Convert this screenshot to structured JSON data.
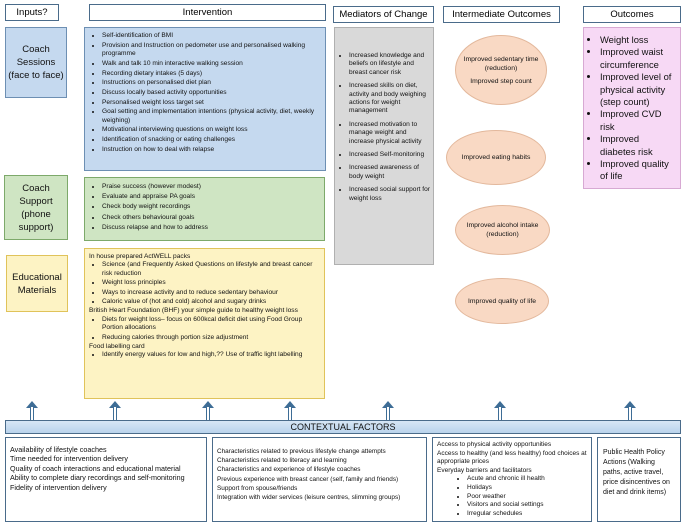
{
  "headers": {
    "inputs": "Inputs?",
    "intervention": "Intervention",
    "mediators": "Mediators of Change",
    "intermediate": "Intermediate Outcomes",
    "outcomes": "Outcomes"
  },
  "inputs": [
    "Coach Sessions (face to face)",
    "Coach Support (phone support)",
    "Educational Materials"
  ],
  "coach_sessions": [
    "Self-identification of BMI",
    "Provision and Instruction on pedometer use and personalised walking programme",
    "Walk and talk 10 min interactive walking session",
    "Recording dietary intakes (5 days)",
    "Instructions on personalised diet plan",
    "Discuss locally based activity opportunities",
    "Personalised weight loss target set",
    "Goal setting and implementation intentions (physical activity, diet, weekly weighing)",
    "Motivational interviewing questions on weight loss",
    "Identification of snacking or eating challenges",
    "Instruction on how to deal with relapse"
  ],
  "coach_support": [
    "Praise success (however modest)",
    "Evaluate and appraise PA goals",
    "Check body weight recordings",
    "Check others behavioural goals",
    "Discuss relapse and how to address"
  ],
  "educational": {
    "intro": "In house prepared ActWELL packs",
    "actwell": [
      "Science (and Frequently Asked Questions on lifestyle and breast cancer risk reduction",
      "Weight loss principles",
      "Ways to increase activity and to reduce sedentary behaviour",
      "Caloric value of (hot and cold) alcohol and sugary drinks"
    ],
    "bhf_intro": "British Heart Foundation (BHF) your simple guide to healthy weight loss",
    "bhf": [
      "Diets for weight loss– focus on 600kcal deficit diet using Food Group Portion allocations",
      "Reducing calories through portion size adjustment"
    ],
    "card_intro": "Food labelling card",
    "card": [
      "Identify energy values for low and high,?? Use of traffic light labelling"
    ]
  },
  "mediators": [
    "Increased knowledge and beliefs on lifestyle and breast cancer risk",
    "Increased skills on diet, activity and body weighing actions for weight management",
    "Increased motivation to manage weight and increase physical activity",
    "Increased Self-monitoring",
    "Increased awareness of body weight",
    "Increased social support for weight loss"
  ],
  "intermediate": [
    {
      "line1": "Improved sedentary time (reduction)",
      "line2": "Improved step count"
    },
    {
      "line1": "Improved eating habits",
      "line2": ""
    },
    {
      "line1": "Improved alcohol intake (reduction)",
      "line2": ""
    },
    {
      "line1": "Improved quality of life",
      "line2": ""
    }
  ],
  "outcomes": [
    "Weight loss",
    "Improved waist circumference",
    "Improved level of physical activity (step count)",
    "Improved CVD risk",
    "Improved diabetes risk",
    "Improved quality of life"
  ],
  "contextual": {
    "title": "CONTEXTUAL FACTORS",
    "col1": [
      "Availability of lifestyle coaches",
      "Time needed for intervention delivery",
      "Quality of coach interactions and educational material",
      "Ability to complete diary recordings and self-monitoring",
      "Fidelity of intervention delivery"
    ],
    "col2": [
      "Characteristics related to previous lifestyle change attempts",
      "Characteristics related to literacy and learning",
      "Characteristics and experience of lifestyle coaches",
      "Previous experience with breast cancer (self, family and friends)",
      "Support from spouse/friends",
      "Integration with wider services (leisure centres, slimming groups)"
    ],
    "col3": {
      "lines": [
        "Access to physical activity opportunities",
        "Access to healthy (and less healthy) food choices at appropriate prices",
        "Everyday barriers and facilitators"
      ],
      "bullets": [
        "Acute and chronic ill health",
        "Holidays",
        "Poor weather",
        "Visitors and social settings",
        "Irregular schedules"
      ]
    },
    "col4": "Public Health Policy Actions (Walking paths, active travel, price disincentives on diet and drink items)"
  },
  "colors": {
    "coach_sessions": "#c5d9ef",
    "coach_support": "#cfe5c3",
    "educational": "#fdf3c4",
    "mediators": "#d9d9d9",
    "intermediate": "#f9d9c4",
    "outcomes": "#f7d9f5"
  }
}
